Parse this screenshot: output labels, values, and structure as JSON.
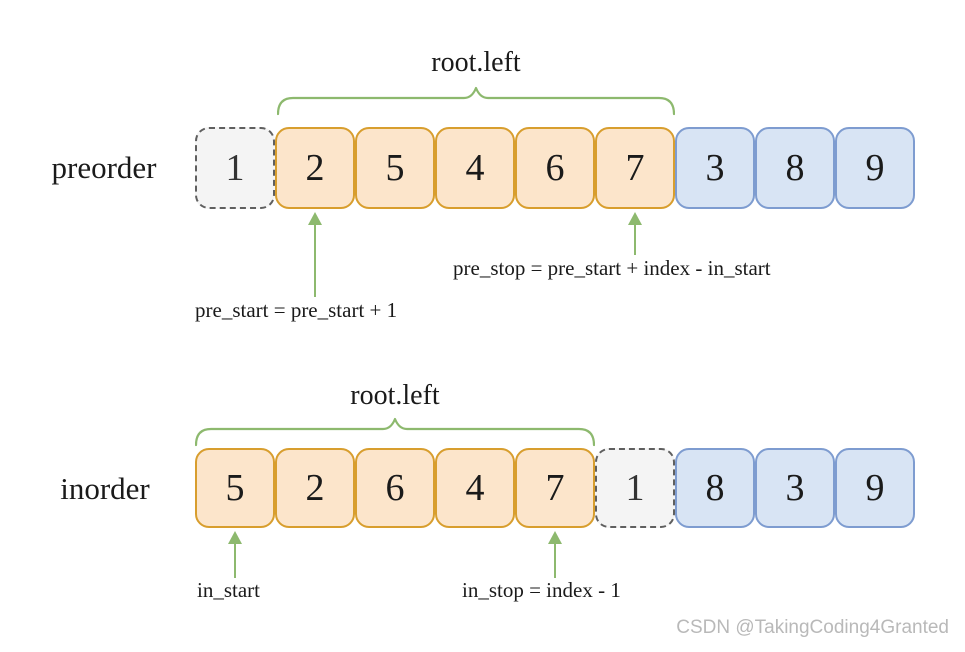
{
  "colors": {
    "background": "#ffffff",
    "orange_fill": "#FCE5CB",
    "orange_border": "#D89E2E",
    "blue_fill": "#D8E4F4",
    "blue_border": "#7E9CD0",
    "gray_fill": "#F4F4F4",
    "gray_border": "#5F5F5F",
    "green": "#8DB96E",
    "text": "#1A1A1A",
    "watermark": "#B9B9B9"
  },
  "preorder": {
    "label": "preorder",
    "brace_label": "root.left",
    "cells": [
      {
        "value": "1",
        "role": "root"
      },
      {
        "value": "2",
        "role": "left-subtree"
      },
      {
        "value": "5",
        "role": "left-subtree"
      },
      {
        "value": "4",
        "role": "left-subtree"
      },
      {
        "value": "6",
        "role": "left-subtree"
      },
      {
        "value": "7",
        "role": "left-subtree"
      },
      {
        "value": "3",
        "role": "right-subtree"
      },
      {
        "value": "8",
        "role": "right-subtree"
      },
      {
        "value": "9",
        "role": "right-subtree"
      }
    ],
    "pointer_start": "pre_start = pre_start + 1",
    "pointer_stop": "pre_stop = pre_start + index - in_start"
  },
  "inorder": {
    "label": "inorder",
    "brace_label": "root.left",
    "cells": [
      {
        "value": "5",
        "role": "left-subtree"
      },
      {
        "value": "2",
        "role": "left-subtree"
      },
      {
        "value": "6",
        "role": "left-subtree"
      },
      {
        "value": "4",
        "role": "left-subtree"
      },
      {
        "value": "7",
        "role": "left-subtree"
      },
      {
        "value": "1",
        "role": "root"
      },
      {
        "value": "8",
        "role": "right-subtree"
      },
      {
        "value": "3",
        "role": "right-subtree"
      },
      {
        "value": "9",
        "role": "right-subtree"
      }
    ],
    "pointer_start": "in_start",
    "pointer_stop": "in_stop = index - 1"
  },
  "watermark": "CSDN @TakingCoding4Granted"
}
